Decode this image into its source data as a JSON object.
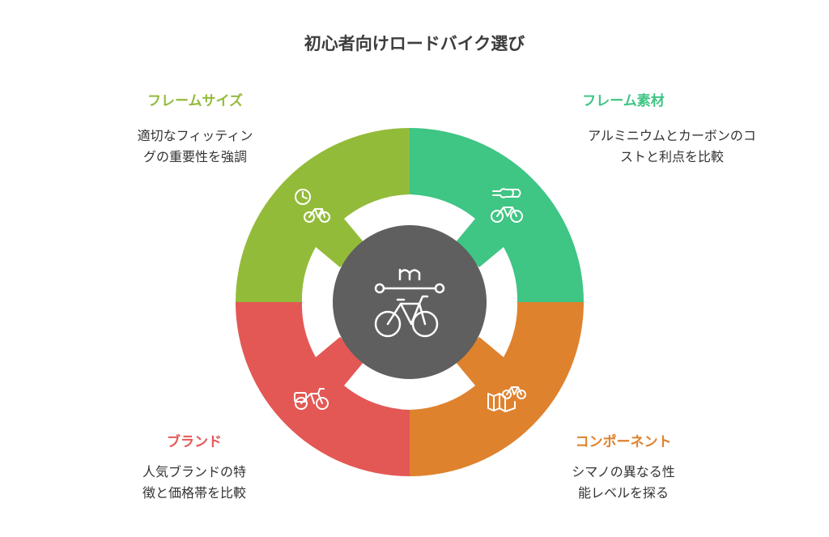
{
  "title": "初心者向けロードバイク選び",
  "colors": {
    "frame_size": "#93bb3a",
    "frame_material": "#3fc584",
    "brand": "#e35855",
    "components": "#df822e",
    "center": "#5f5f5f"
  },
  "sections": {
    "frame_size": {
      "heading": "フレームサイズ",
      "desc_line1": "適切なフィッティン",
      "desc_line2": "グの重要性を強調",
      "icon": "clock-bike-icon"
    },
    "frame_material": {
      "heading": "フレーム素材",
      "desc_line1": "アルミニウムとカーボンのコ",
      "desc_line2": "ストと利点を比較",
      "icon": "wrench-bike-icon"
    },
    "brand": {
      "heading": "ブランド",
      "desc_line1": "人気ブランドの特",
      "desc_line2": "徴と価格帯を比較",
      "icon": "cargo-bike-icon"
    },
    "components": {
      "heading": "コンポーネント",
      "desc_line1": "シマノの異なる性",
      "desc_line2": "能レベルを探る",
      "icon": "map-bike-icon"
    }
  },
  "center": {
    "icon": "bike-measure-icon"
  }
}
